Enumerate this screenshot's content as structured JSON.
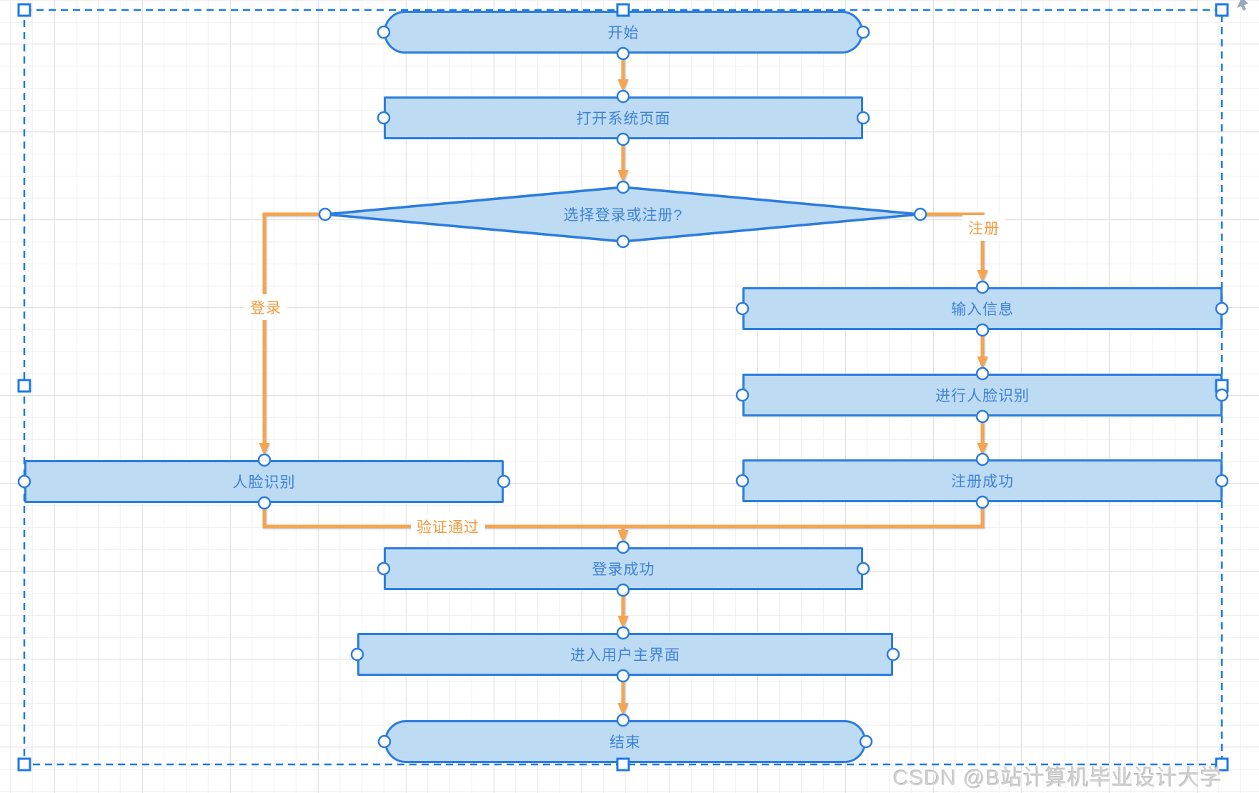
{
  "diagram": {
    "type": "flowchart",
    "nodes": {
      "start": "开始",
      "open_system_page": "打开系统页面",
      "choose_login_or_register": "选择登录或注册?",
      "input_info": "输入信息",
      "do_face_recognition": "进行人脸识别",
      "register_success": "注册成功",
      "face_recognition": "人脸识别",
      "login_success": "登录成功",
      "enter_main_ui": "进入用户主界面",
      "end": "结束"
    },
    "edge_labels": {
      "register": "注册",
      "login": "登录",
      "verified": "验证通过"
    },
    "colors": {
      "node_fill": "#bedbf4",
      "node_border": "#2b7ce0",
      "node_text": "#3d83d8",
      "connector_orange": "#f6a44e",
      "selection_blue": "#1b78e8",
      "grid_minor": "#efefef",
      "grid_major": "#e2e2e2"
    }
  },
  "watermark": "CSDN @B站计算机毕业设计大学"
}
